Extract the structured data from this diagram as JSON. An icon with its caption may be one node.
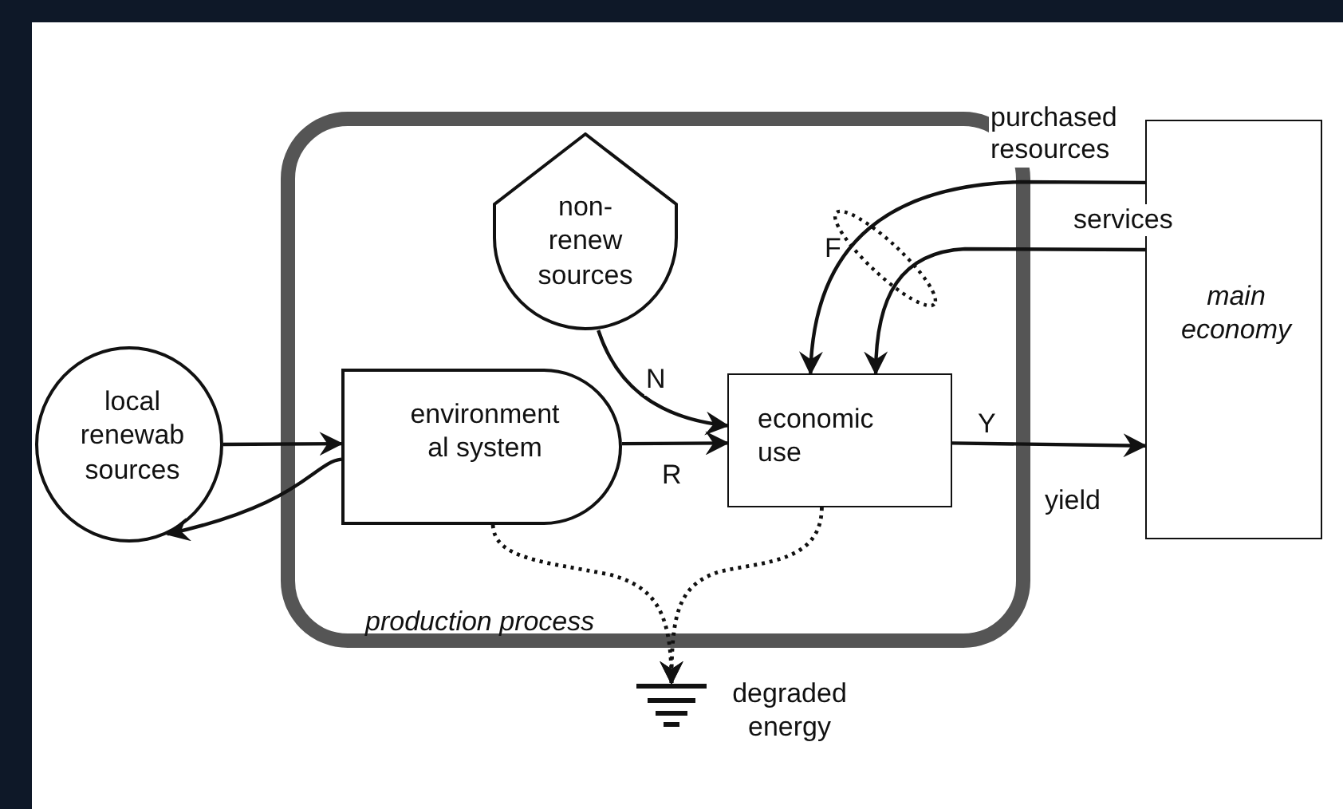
{
  "diagram": {
    "nodes": [
      {
        "text": [
          "production process"
        ]
      },
      {
        "text": [
          "non-renew sources"
        ],
        "in": 0
      },
      {
        "text": [
          "local renewab sources"
        ]
      },
      {
        "text": [
          "environment al system"
        ],
        "in": 0
      },
      {
        "text": [
          "economic use"
        ],
        "in": 0
      },
      {
        "text": [
          "main economy"
        ]
      },
      {
        "text": [],
        "shape": "ground",
        "beside": [
          "degraded energy"
        ]
      }
    ],
    "edges": [
      {
        "from": 2,
        "to": 3,
        "arrow": "to"
      },
      {
        "from": 3,
        "to": 2,
        "arrow": "to"
      },
      {
        "from": 1,
        "to": 4,
        "arrow": "to",
        "label": "N"
      },
      {
        "from": 3,
        "to": 4,
        "arrow": "to",
        "label": "R"
      },
      {
        "from": 5,
        "to": 4,
        "arrow": "to",
        "label": "purchased resources"
      },
      {
        "from": 5,
        "to": 4,
        "arrow": "to",
        "label": "services"
      },
      {
        "from": 4,
        "to": 5,
        "arrow": "to",
        "label": "Y"
      },
      {
        "from": 3,
        "to": 6,
        "arrow": "to",
        "style": "dashed"
      },
      {
        "from": 4,
        "to": 6,
        "arrow": "to",
        "style": "dashed"
      }
    ],
    "labels": [
      "F",
      "yield"
    ]
  }
}
